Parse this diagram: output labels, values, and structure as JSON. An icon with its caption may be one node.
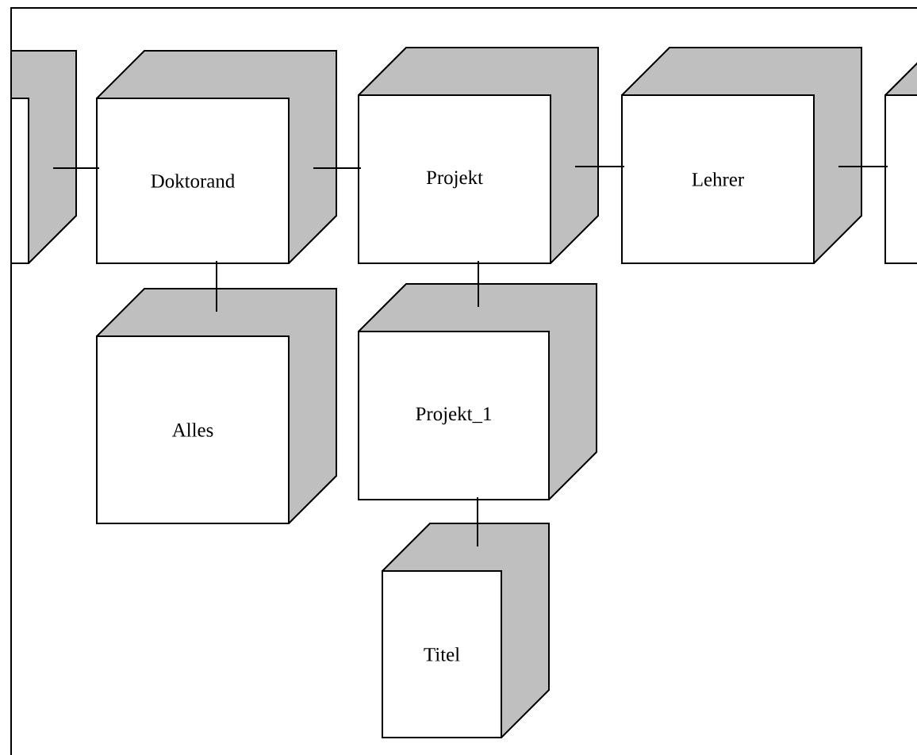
{
  "diagram": {
    "nodes": [
      {
        "text": [],
        "shape": "box"
      },
      {
        "text": [
          "Doktorand"
        ]
      },
      {
        "text": [
          "Projekt"
        ]
      },
      {
        "text": [
          "Lehrer"
        ]
      },
      {
        "text": [],
        "shape": "box"
      },
      {
        "text": [
          "Alles"
        ]
      },
      {
        "text": [
          "Projekt_1"
        ]
      },
      {
        "text": [
          "Titel"
        ]
      }
    ],
    "edges": [
      {
        "from": 0,
        "to": 1,
        "arrow": "none"
      },
      {
        "from": 1,
        "to": 2,
        "arrow": "none"
      },
      {
        "from": 2,
        "to": 3,
        "arrow": "none"
      },
      {
        "from": 3,
        "to": 4,
        "arrow": "none"
      },
      {
        "from": 1,
        "to": 5,
        "arrow": "none"
      },
      {
        "from": 2,
        "to": 6,
        "arrow": "none"
      },
      {
        "from": 6,
        "to": 7,
        "arrow": "none"
      }
    ]
  }
}
